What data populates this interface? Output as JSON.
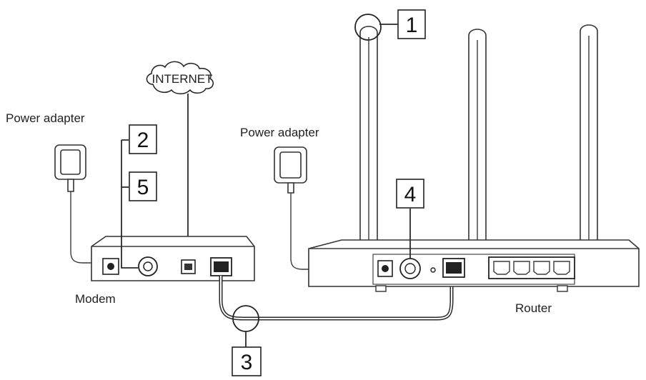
{
  "diagram": {
    "labels": {
      "internet": "INTERNET",
      "power_adapter_left": "Power adapter",
      "power_adapter_right": "Power adapter",
      "modem": "Modem",
      "router": "Router"
    },
    "callouts": [
      "1",
      "2",
      "3",
      "4",
      "5"
    ]
  }
}
